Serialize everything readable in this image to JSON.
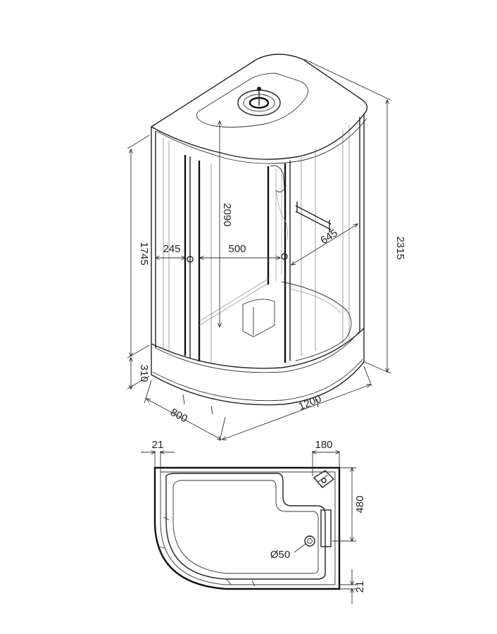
{
  "dimensions": {
    "height_overall": "2315",
    "height_cabin": "1745",
    "height_tray": "310",
    "height_interior": "2090",
    "depth": "800",
    "width": "1200",
    "side_panel": "245",
    "door_opening": "500",
    "curved_panel": "645",
    "plan_wall_left": "21",
    "plan_corner_x": "180",
    "plan_corner_y": "480",
    "plan_drain": "Ø50",
    "plan_wall_bottom": "21"
  }
}
